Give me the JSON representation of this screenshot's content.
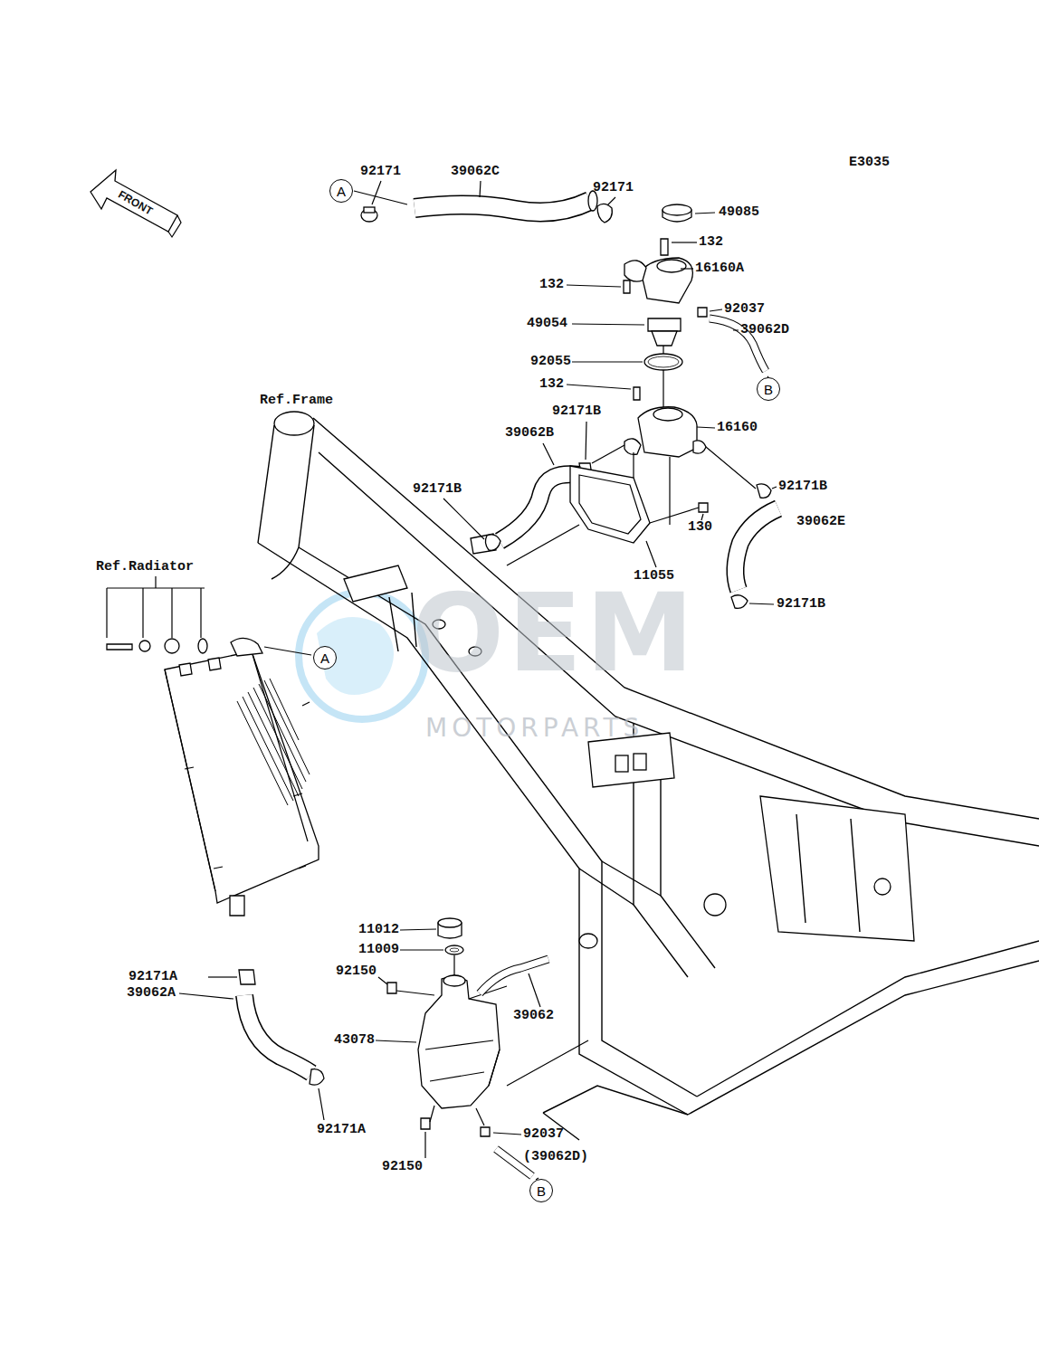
{
  "diagram": {
    "nodes": [
      {
        "text": [
          "A"
        ]
      },
      {
        "text": [
          "B"
        ]
      },
      {
        "text": [
          "A"
        ]
      },
      {
        "text": [
          "B"
        ]
      }
    ],
    "labels": [
      "E3035",
      "FRONT",
      "92171",
      "39062C",
      "92171",
      "49085",
      "132",
      "16160A",
      "132",
      "92037",
      "49054",
      "39062D",
      "92055",
      "132",
      "Ref.Frame",
      "92171B",
      "16160",
      "39062B",
      "92171B",
      "92171B",
      "130",
      "39062E",
      "11055",
      "92171B",
      "Ref.Radiator",
      "11012",
      "11009",
      "92150",
      "92171A",
      "39062A",
      "39062",
      "43078",
      "92171A",
      "92037",
      "92150",
      "(39062D)",
      "OEM",
      "MOTORPARTS"
    ]
  }
}
